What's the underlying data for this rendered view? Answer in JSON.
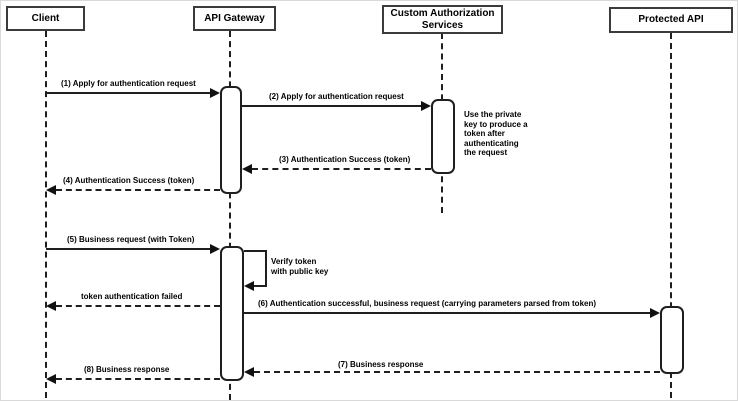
{
  "diagram": {
    "type": "sequence-diagram",
    "actors": [
      {
        "id": "client",
        "label": "Client"
      },
      {
        "id": "api-gateway",
        "label": "API Gateway"
      },
      {
        "id": "custom-authorization-services",
        "label": "Custom Authorization Services"
      },
      {
        "id": "protected-api",
        "label": "Protected API"
      }
    ],
    "messages": [
      {
        "label": "(1) Apply for authentication request",
        "from": "Client",
        "to": "API Gateway",
        "style": "solid"
      },
      {
        "label": "(2) Apply for authentication request",
        "from": "API Gateway",
        "to": "Custom Authorization Services",
        "style": "solid"
      },
      {
        "label": "(3) Authentication Success (token)",
        "from": "Custom Authorization Services",
        "to": "API Gateway",
        "style": "dashed"
      },
      {
        "label": "(4) Authentication Success (token)",
        "from": "API Gateway",
        "to": "Client",
        "style": "dashed"
      },
      {
        "label": "(5) Business request (with Token)",
        "from": "Client",
        "to": "API Gateway",
        "style": "solid"
      },
      {
        "label": "token authentication failed",
        "from": "API Gateway",
        "to": "Client",
        "style": "dashed"
      },
      {
        "label": "(6) Authentication successful, business request (carrying parameters parsed from token)",
        "from": "API Gateway",
        "to": "Protected API",
        "style": "solid"
      },
      {
        "label": "(7) Business response",
        "from": "Protected API",
        "to": "API Gateway",
        "style": "dashed"
      },
      {
        "label": "(8) Business response",
        "from": "API Gateway",
        "to": "Client",
        "style": "dashed"
      }
    ],
    "self_message": {
      "label": "Verify token\nwith public key",
      "actor": "API Gateway"
    },
    "note": {
      "text": "Use the private\nkey to produce a\ntoken after\nauthenticating\nthe request",
      "attached_to": "Custom Authorization Services"
    },
    "colors": {
      "line": "#1f1f1f",
      "box_border": "#3b3b3b",
      "background": "#ffffff",
      "text": "#000000"
    }
  }
}
